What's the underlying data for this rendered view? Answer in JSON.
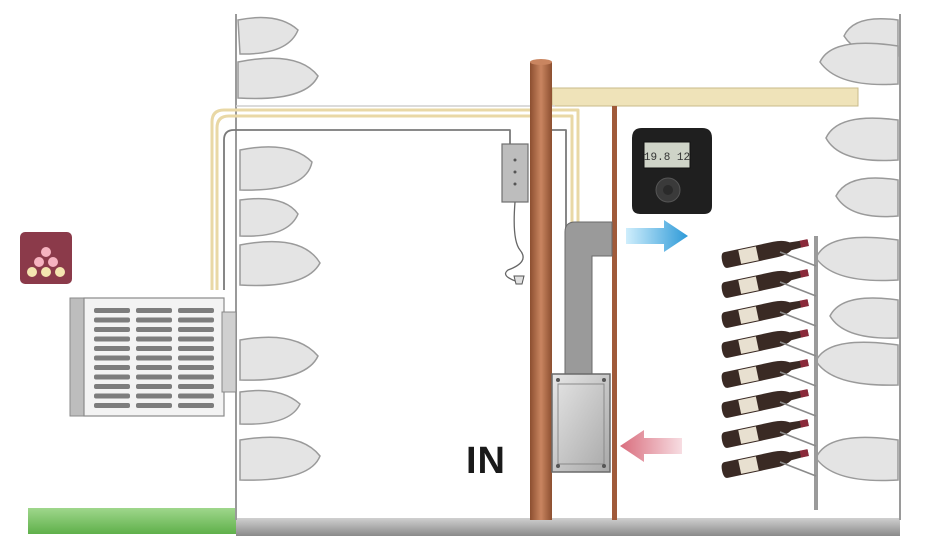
{
  "diagram": {
    "intake_label": "IN",
    "thermostat_display": "19.8 12",
    "rack_bottle_count": 8
  },
  "colors": {
    "wall_stone": "#e4e4e4",
    "wall_outline": "#9a9a9a",
    "pipe_copper": "#b06a45",
    "cable_yellow": "#e9d8a6",
    "cable_gray": "#7a7a7a",
    "cold_arrow": "#3aa8e0",
    "warm_arrow": "#e88a96",
    "bottle_dark": "#3a2a24",
    "floor_gray": "#b0b0b0",
    "ground_green": "#8cc878",
    "badge_wine": "#8b3a4a"
  }
}
